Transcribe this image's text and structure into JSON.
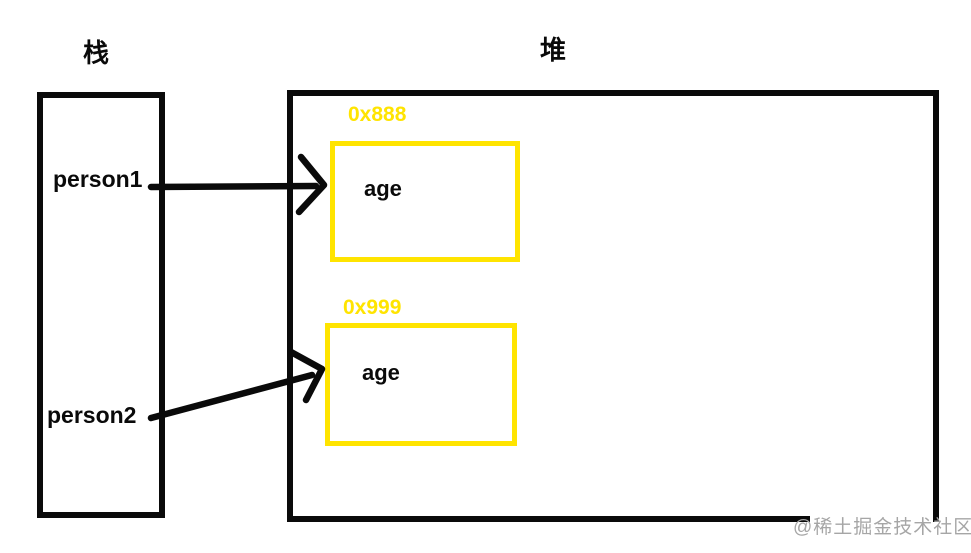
{
  "titles": {
    "stack": "栈",
    "heap": "堆"
  },
  "stack": {
    "variables": [
      {
        "name": "person1"
      },
      {
        "name": "person2"
      }
    ]
  },
  "heap": {
    "objects": [
      {
        "address": "0x888",
        "field": "age"
      },
      {
        "address": "0x999",
        "field": "age"
      }
    ]
  },
  "watermark": {
    "text": "@稀土掘金技术社区"
  },
  "colors": {
    "box_border": "#0a0a0a",
    "object_border": "#ffe400",
    "address_text": "#ffe400",
    "watermark_text": "#a6a6a6"
  }
}
